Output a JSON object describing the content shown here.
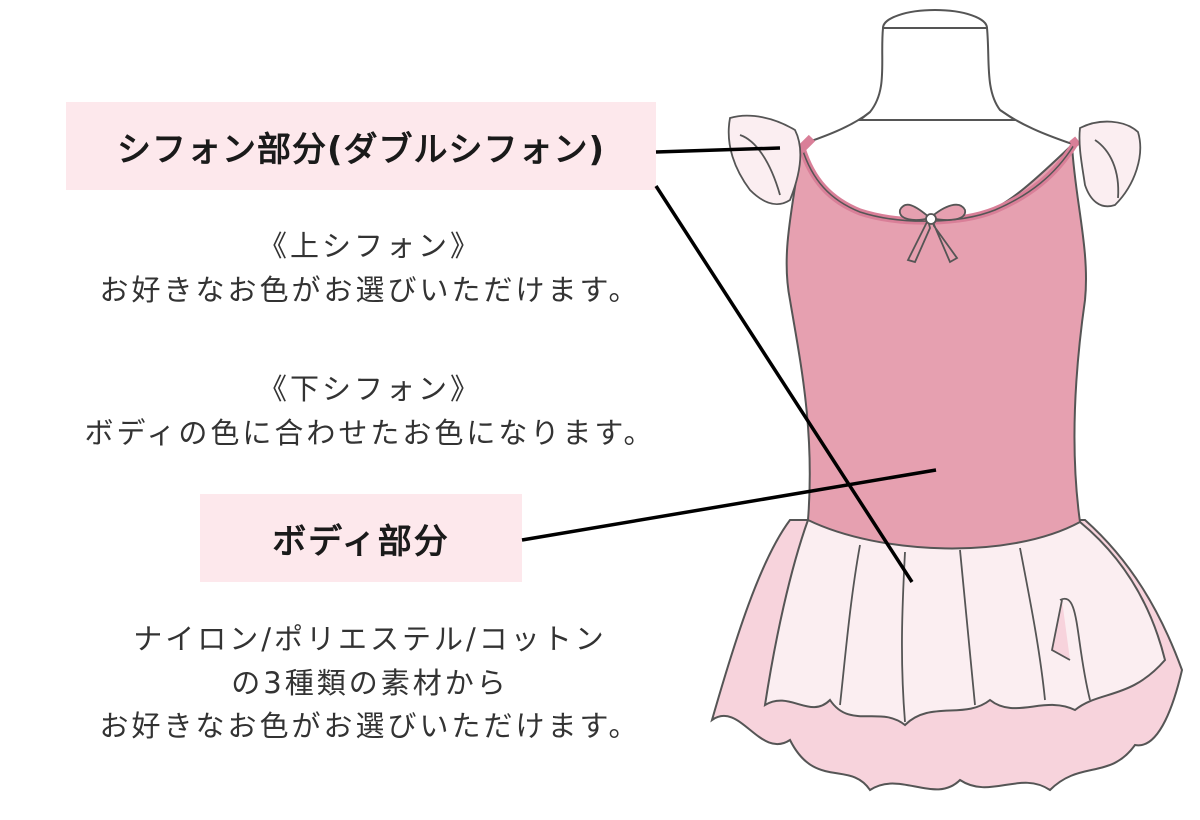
{
  "callouts": {
    "chiffon_label": "シフォン部分(ダブルシフォン)",
    "body_label": "ボディ部分"
  },
  "upper_chiffon": {
    "heading": "《上シフォン》",
    "text": "お好きなお色がお選びいただけます。"
  },
  "lower_chiffon": {
    "heading": "《下シフォン》",
    "text": "ボディの色に合わせたお色になります。"
  },
  "body_part": {
    "line1": "ナイロン/ポリエステル/コットン",
    "line2": "の3種類の素材から",
    "line3": "お好きなお色がお選びいただけます。"
  },
  "colors": {
    "label_background": "#fde8ec",
    "body_fabric": "#e6a0b0",
    "strap_trim": "#d97f98",
    "chiffon_upper": "#fbeef1",
    "chiffon_lower": "#f7d3dc",
    "outline": "#444444",
    "leader_line": "#000000"
  }
}
